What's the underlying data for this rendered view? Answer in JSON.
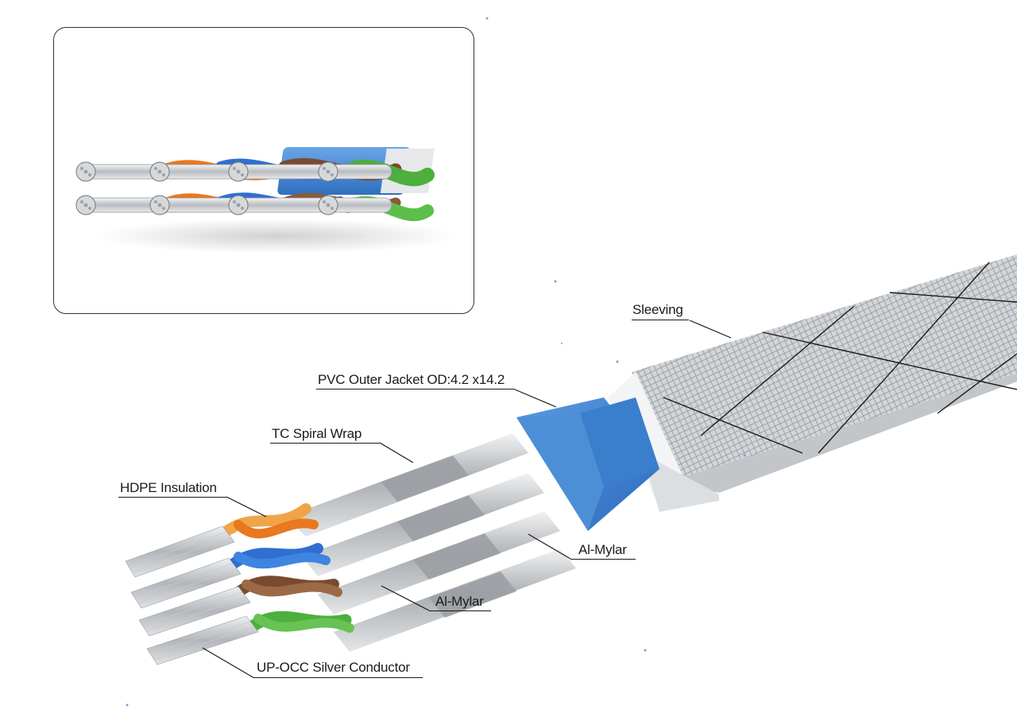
{
  "labels": {
    "sleeving": "Sleeving",
    "pvc_jacket": "PVC Outer Jacket OD:4.2 x14.2",
    "tc_spiral": "TC Spiral Wrap",
    "hdpe": "HDPE Insulation",
    "al_mylar_upper": "Al-Mylar",
    "al_mylar_lower": "Al-Mylar",
    "conductor": "UP-OCC Silver Conductor"
  },
  "colors": {
    "jacket_blue": "#3c82cf",
    "pair_orange": "#e9781f",
    "pair_blue": "#2f6fd0",
    "pair_brown": "#7a4a2e",
    "pair_green": "#4caf3e",
    "shield_silver": "#c9cdd1",
    "braid_gray": "#b9bcbf",
    "label_text": "#1a1a1a"
  },
  "icons": {
    "inset": "cable-cross-section-detail",
    "main": "flat-cat8-cable-illustration"
  }
}
